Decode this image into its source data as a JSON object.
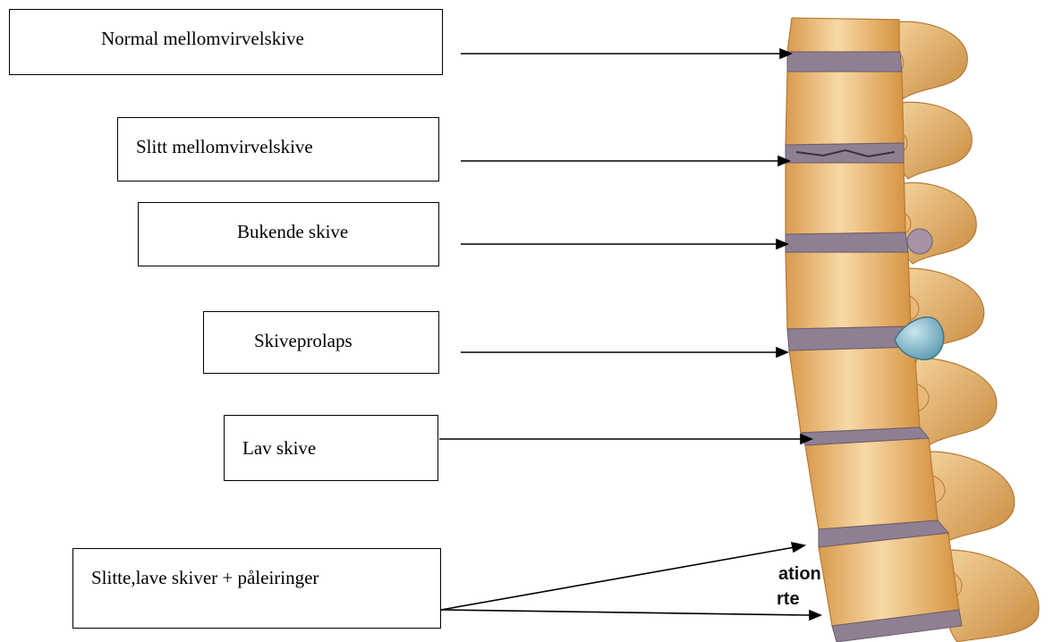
{
  "labels": {
    "normal": "Normal mellomvirvelskive",
    "worn": "Slitt mellomvirvelskive",
    "bulging": "Bukende skive",
    "prolapse": "Skiveprolaps",
    "low": "Lav skive",
    "worn_low": "Slitte,lave skiver + påleiringer"
  },
  "image_fragments": {
    "line1": "ation",
    "line2": "rte"
  },
  "colors": {
    "bone": "#f2c98a",
    "bone_shadow": "#c98a3c",
    "disc": "#8f7f93",
    "herniation": "#7fb3c6"
  }
}
